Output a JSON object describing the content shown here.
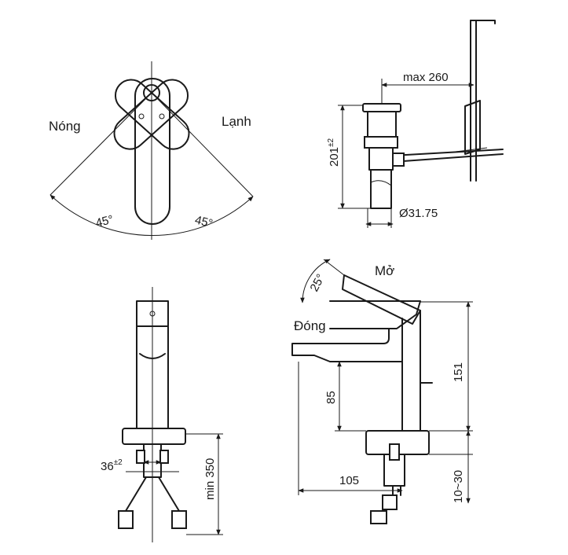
{
  "top_view": {
    "hot_label": "Nóng",
    "cold_label": "Lạnh",
    "angle_left": "45°",
    "angle_right": "45°"
  },
  "drain_view": {
    "max_dim": "max 260",
    "height_dim": "201",
    "height_tol": "±2",
    "diameter_dim": "Ø31.75"
  },
  "front_view": {
    "hole_dim": "36",
    "hole_tol": "±2",
    "hose_dim": "min 350"
  },
  "side_view": {
    "open_label": "Mở",
    "closed_label": "Đóng",
    "angle": "25°",
    "height_dim": "151",
    "spout_height_dim": "85",
    "reach_dim": "105",
    "deck_dim": "10~30"
  }
}
